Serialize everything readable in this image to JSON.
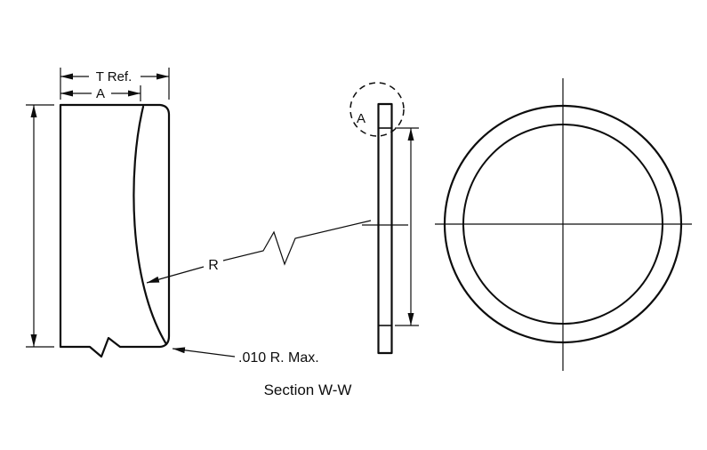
{
  "colors": {
    "ink": "#0d0d0d",
    "background": "#ffffff"
  },
  "drawing": {
    "section_view": {
      "thickness_label": "T Ref.",
      "width_label": "A",
      "radius_label": "R",
      "corner_note": ".010 R. Max.",
      "caption": "Section W-W"
    },
    "detail_view": {
      "detail_label": "A"
    }
  }
}
